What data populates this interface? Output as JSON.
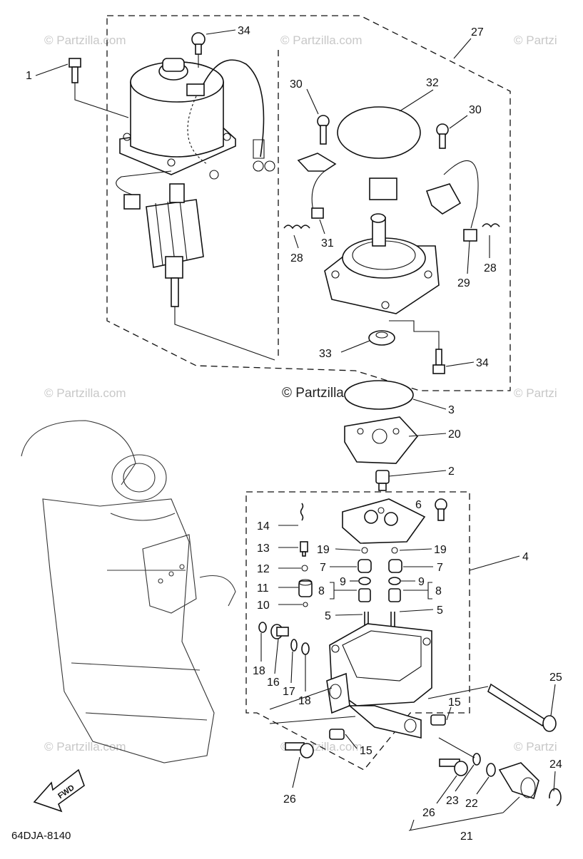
{
  "watermarks": [
    "© Partzilla.com",
    "© Partzilla.com",
    "© Partzi",
    "© Partzilla.com",
    "© Partzilla.com",
    "© Partzi",
    "© Partzilla.com",
    "© Partzilla.com",
    "© Partzi"
  ],
  "center_watermark": "© Partzilla.com",
  "diagram_code": "64DJA-8140",
  "fwd_label": "FWD",
  "callouts": [
    "1",
    "34",
    "27",
    "30",
    "32",
    "30",
    "28",
    "31",
    "28",
    "29",
    "33",
    "34",
    "3",
    "20",
    "2",
    "6",
    "4",
    "14",
    "13",
    "19",
    "19",
    "12",
    "7",
    "7",
    "11",
    "9",
    "9",
    "8",
    "8",
    "10",
    "5",
    "5",
    "18",
    "16",
    "17",
    "18",
    "25",
    "15",
    "15",
    "24",
    "26",
    "26",
    "23",
    "22",
    "21"
  ]
}
